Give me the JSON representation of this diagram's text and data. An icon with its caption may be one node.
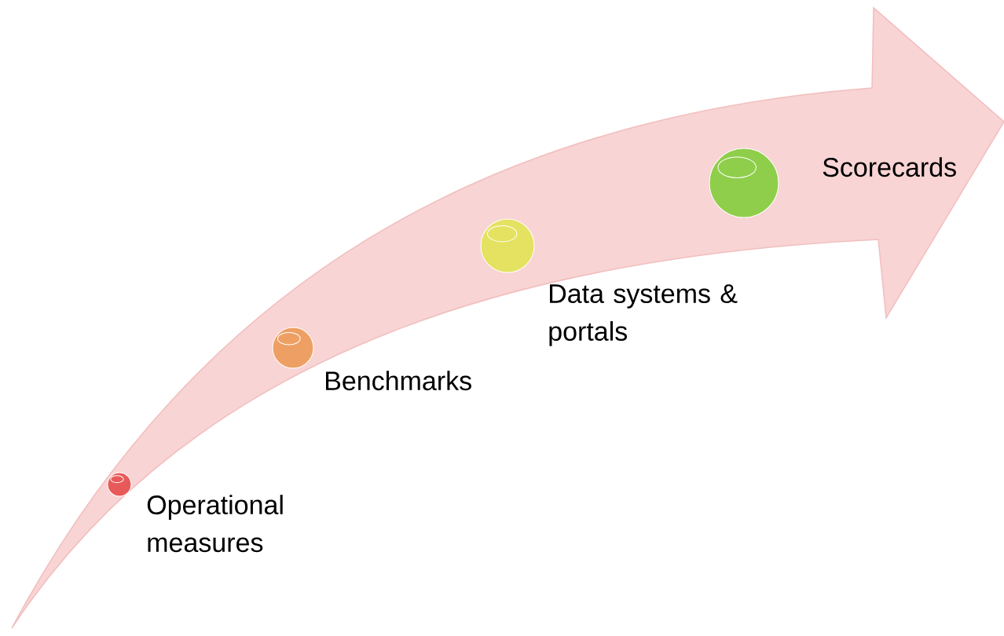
{
  "diagram": {
    "nodes": [
      {
        "text": [
          "Operational measures"
        ]
      },
      {
        "text": [
          "Benchmarks"
        ]
      },
      {
        "text": [
          "Data systems & portals"
        ]
      },
      {
        "text": [
          "Scorecards"
        ]
      }
    ]
  }
}
